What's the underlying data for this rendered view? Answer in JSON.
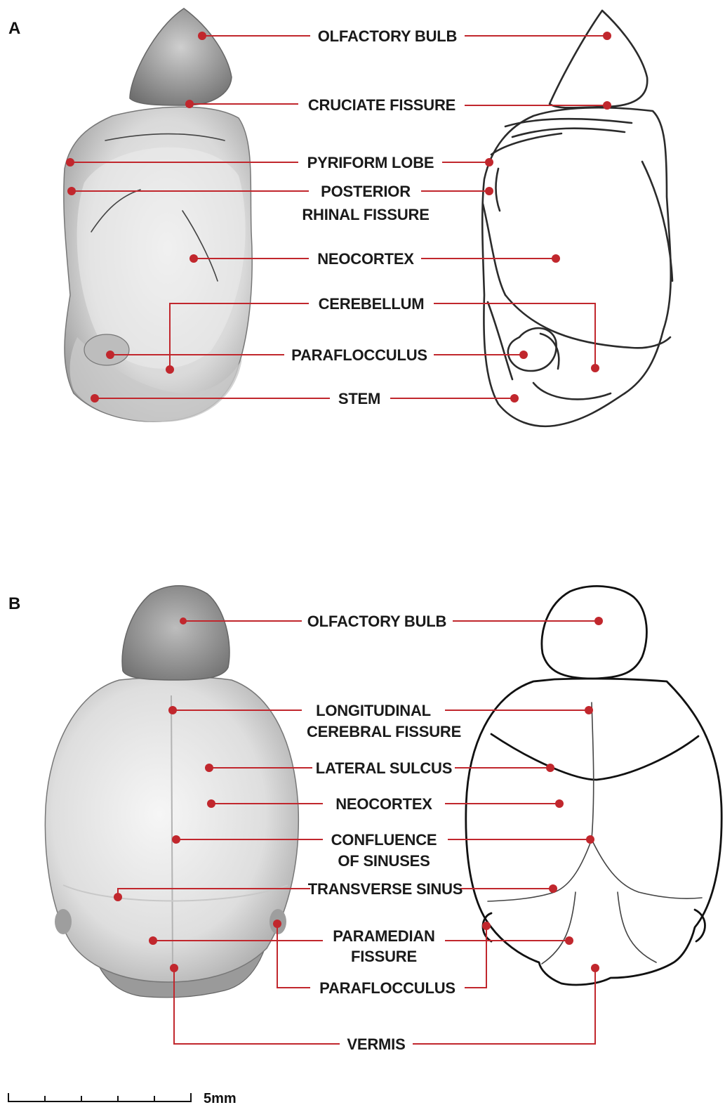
{
  "panels": {
    "a": {
      "letter": "A",
      "labels": {
        "olfactory_bulb": "OLFACTORY BULB",
        "cruciate_fissure": "CRUCIATE FISSURE",
        "pyriform_lobe": "PYRIFORM LOBE",
        "posterior_rhinal_1": "POSTERIOR",
        "posterior_rhinal_2": "RHINAL FISSURE",
        "neocortex": "NEOCORTEX",
        "cerebellum": "CEREBELLUM",
        "paraflocculus": "PARAFLOCCULUS",
        "stem": "STEM"
      }
    },
    "b": {
      "letter": "B",
      "labels": {
        "olfactory_bulb": "OLFACTORY BULB",
        "longitudinal_1": "LONGITUDINAL",
        "longitudinal_2": "CEREBRAL FISSURE",
        "lateral_sulcus": "LATERAL SULCUS",
        "neocortex": "NEOCORTEX",
        "confluence_1": "CONFLUENCE",
        "confluence_2": "OF SINUSES",
        "transverse_sinus": "TRANSVERSE SINUS",
        "paramedian_1": "PARAMEDIAN",
        "paramedian_2": "FISSURE",
        "paraflocculus": "PARAFLOCCULUS",
        "vermis": "VERMIS"
      }
    }
  },
  "scale_bar": {
    "label": "5mm"
  },
  "colors": {
    "leader": "#c1272d",
    "ink": "#2b2b2b"
  }
}
